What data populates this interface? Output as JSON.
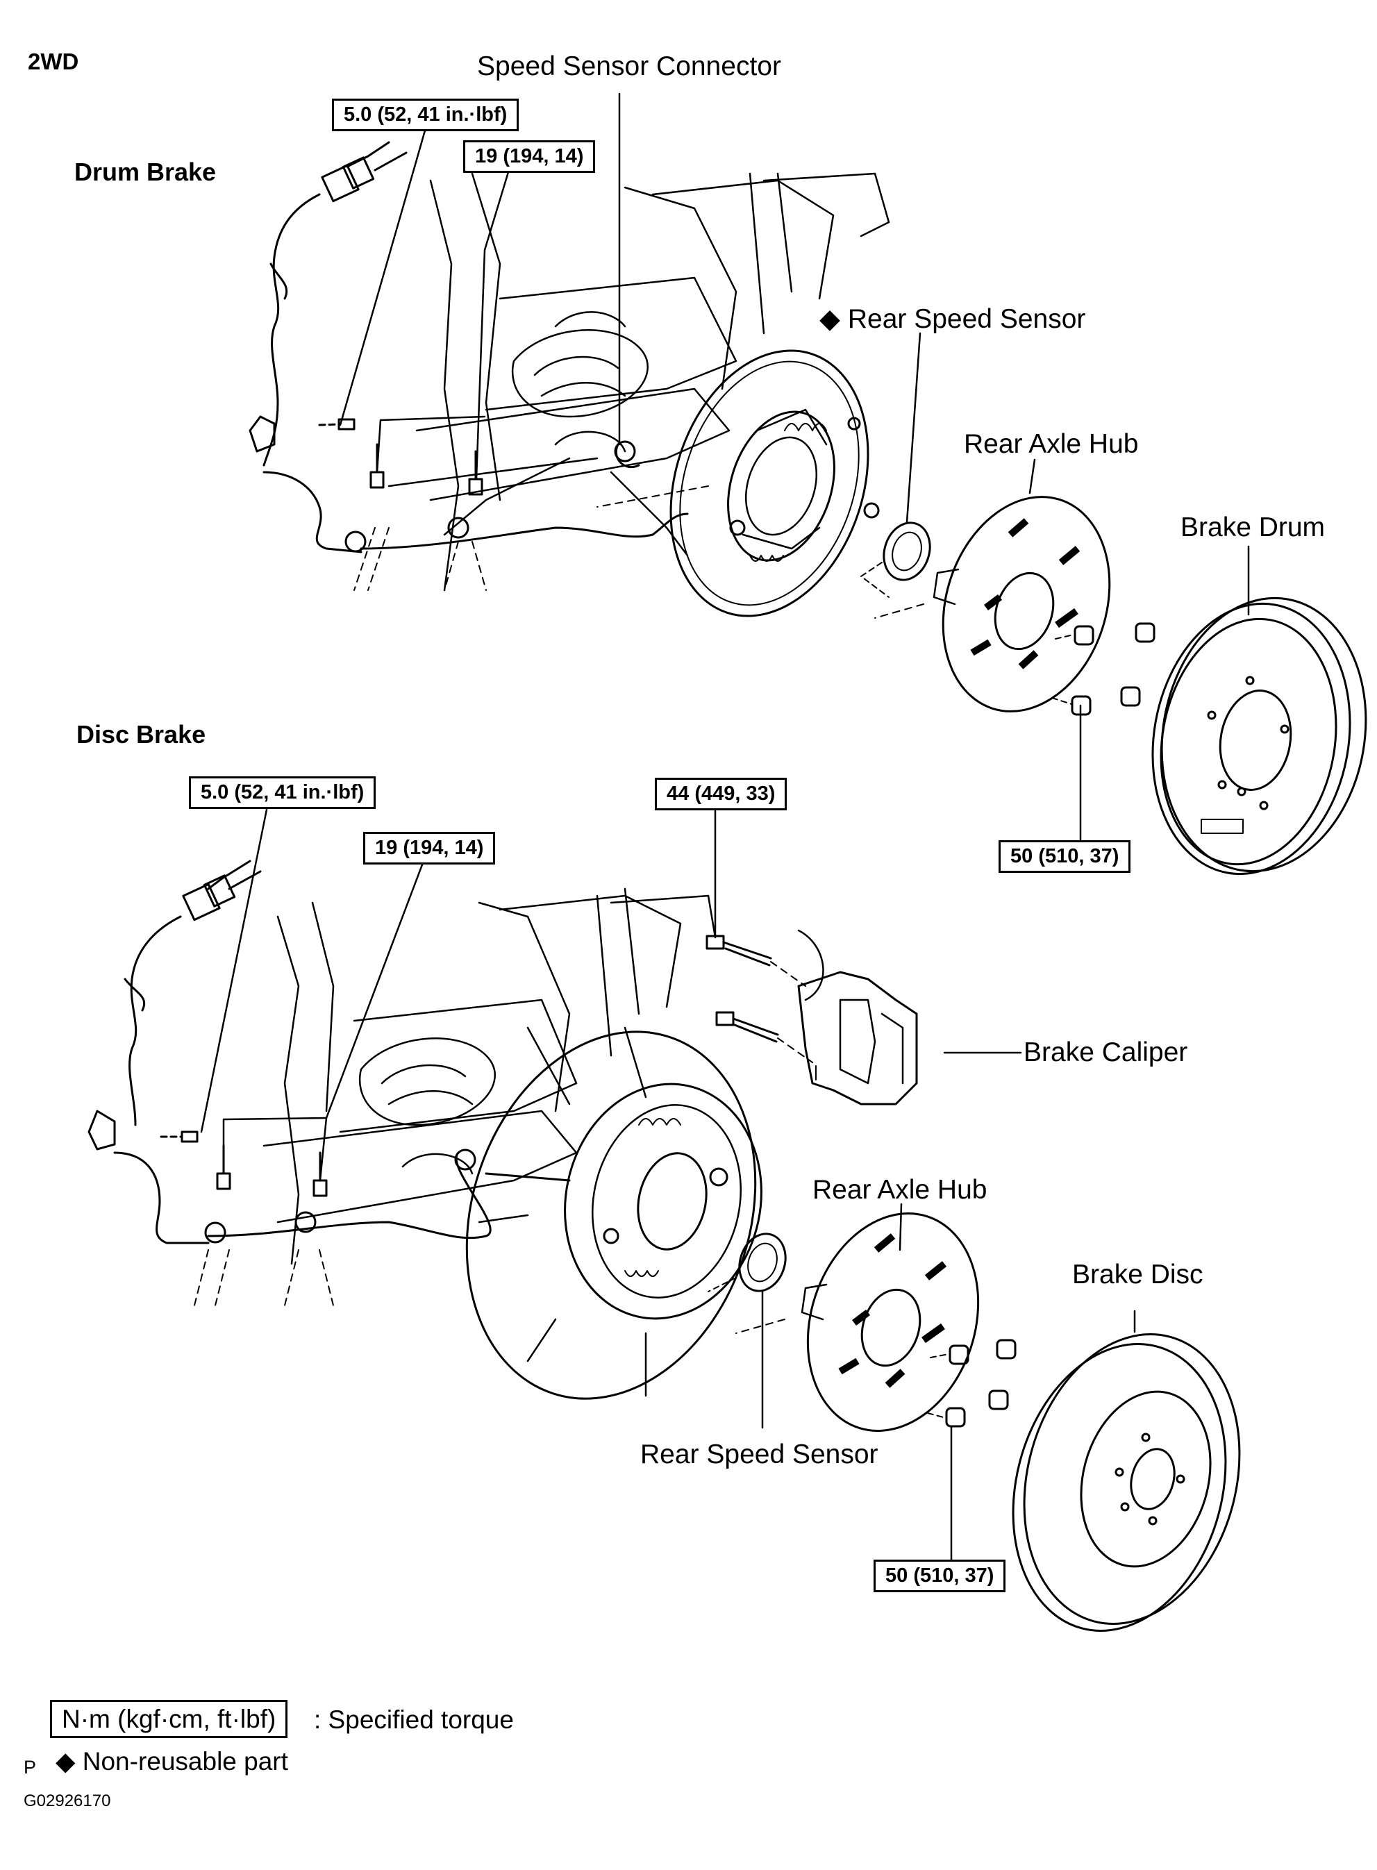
{
  "header": {
    "model": "2WD"
  },
  "drum_section": {
    "title": "Drum Brake",
    "labels": {
      "speed_sensor_connector": "Speed Sensor Connector",
      "rear_speed_sensor": "Rear Speed Sensor",
      "rear_axle_hub": "Rear Axle Hub",
      "brake_drum": "Brake Drum"
    },
    "torques": {
      "sensor_bolt": "5.0 (52, 41 in.·lbf)",
      "bracket_bolt": "19 (194, 14)",
      "hub_nut": "50 (510, 37)"
    }
  },
  "disc_section": {
    "title": "Disc Brake",
    "labels": {
      "brake_caliper": "Brake Caliper",
      "rear_axle_hub": "Rear Axle Hub",
      "brake_disc": "Brake Disc",
      "rear_speed_sensor": "Rear Speed Sensor"
    },
    "torques": {
      "sensor_bolt": "5.0 (52, 41 in.·lbf)",
      "bracket_bolt": "19 (194, 14)",
      "caliper_bolt": "44 (449, 33)",
      "hub_nut": "50 (510, 37)"
    }
  },
  "markers": {
    "non_reusable_symbol": "◆"
  },
  "legend": {
    "torque_unit": "N·m (kgf·cm, ft·lbf)",
    "torque_desc": ": Specified torque",
    "non_reusable": "Non-reusable  part"
  },
  "footer": {
    "p_marker": "P",
    "figure_id": "G02926170"
  }
}
